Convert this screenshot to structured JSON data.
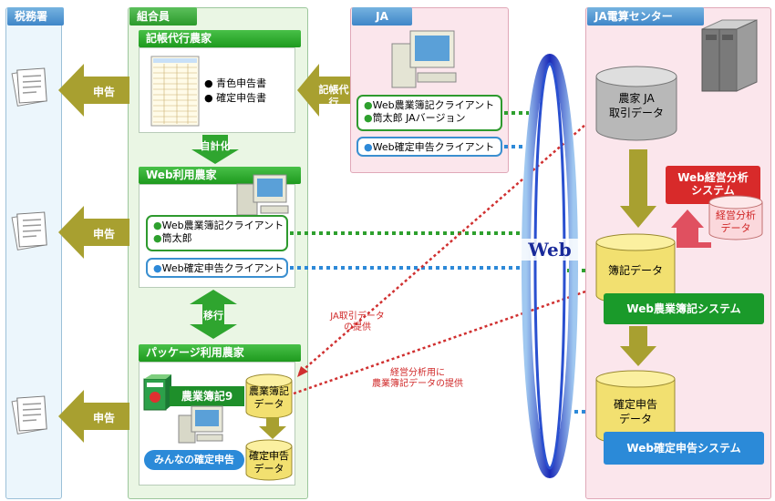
{
  "columns": {
    "tax_office": "税務署",
    "members": "組合員",
    "ja": "JA",
    "center": "JA電算センター"
  },
  "sections": {
    "kicho": "記帳代行農家",
    "web_user": "Web利用農家",
    "package": "パッケージ利用農家"
  },
  "kicho_docs": [
    "青色申告書",
    "確定申告書"
  ],
  "arrows": {
    "shinkoku": "申告",
    "kicho_daiko": "記帳代行",
    "jikeika": "自計化",
    "ikou": "移行"
  },
  "ja_clients": {
    "box1_line1": "Web農業簿記クライアント",
    "box1_line2": "筒太郎 JAバージョン",
    "box2": "Web確定申告クライアント"
  },
  "web_clients": {
    "box1_line1": "Web農業簿記クライアント",
    "box1_line2": "筒太郎",
    "box2": "Web確定申告クライアント"
  },
  "package_items": {
    "bokki": "農業簿記9",
    "bokki_data": [
      "農業簿記",
      "データ"
    ],
    "minna": "みんなの確定申告",
    "kakutei_data": [
      "確定申告",
      "データ"
    ],
    "box_label": "農業簿記"
  },
  "web_label": "Web",
  "center_items": {
    "noka_data": [
      "農家 JA",
      "取引データ"
    ],
    "keiei_system": [
      "Web経営分析",
      "システム"
    ],
    "keiei_data": [
      "経営分析",
      "データ"
    ],
    "boki_data": "簿記データ",
    "boki_system": "Web農業簿記システム",
    "kakutei_data": [
      "確定申告",
      "データ"
    ],
    "kakutei_system": "Web確定申告システム"
  },
  "red_labels": {
    "ja_data": [
      "JA取引データ",
      "の提供"
    ],
    "keiei": [
      "経営分析用に",
      "農業簿記データの提供"
    ]
  },
  "colors": {
    "olive_arrow": "#a8a030",
    "panel_green": "#eaf6e4",
    "panel_pink": "#fbe6ec",
    "title_green": "#2fa52f",
    "center_green": "#1a9a2a",
    "center_blue": "#2b8ad8",
    "red_dotted": "#d03030"
  }
}
